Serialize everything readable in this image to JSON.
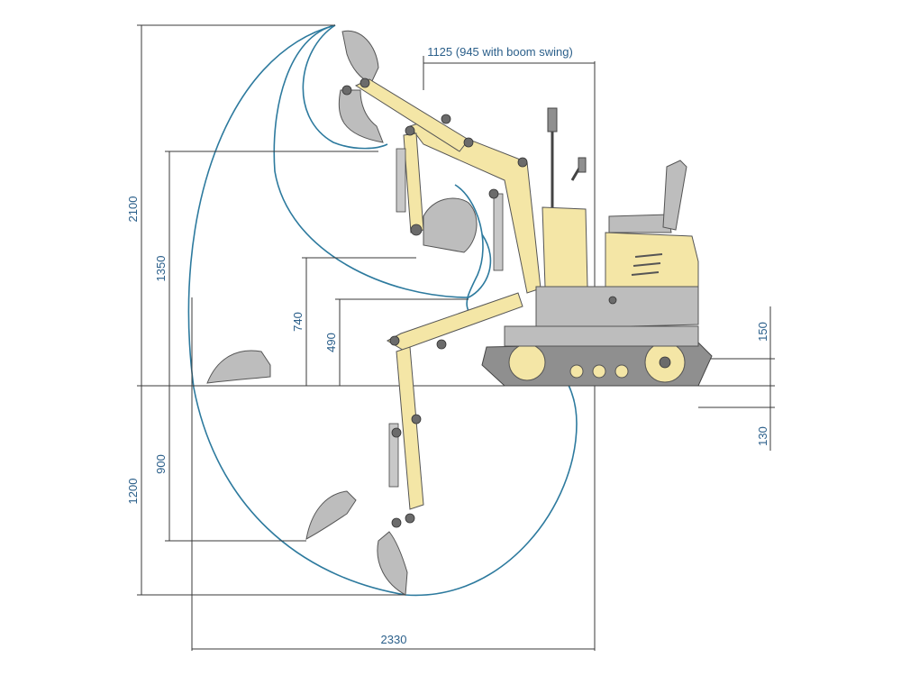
{
  "dimensions": {
    "total_height": "2100",
    "dump_height": "1350",
    "dig_depth": "1200",
    "vertical_wall_depth": "900",
    "ground_clearance_height": "740",
    "blade_lift": "490",
    "track_height": "150",
    "blade_depth": "130",
    "reach": "2330",
    "boom_offset": "1125 (945 with boom swing)"
  },
  "colors": {
    "machine_body": "#f4e6a6",
    "frame": "#bdbdbd",
    "envelope": "#2d7a9e",
    "dimension_text": "#2b5f8a"
  }
}
